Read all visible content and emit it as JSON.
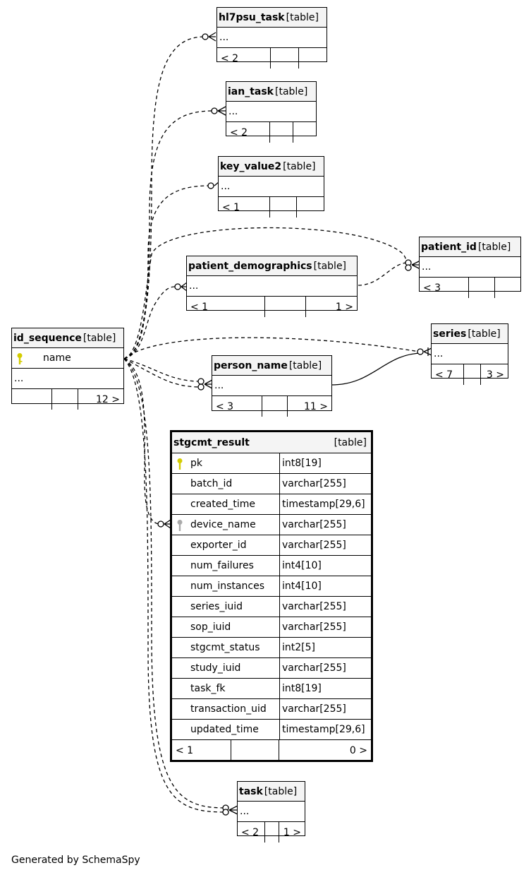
{
  "footer": "Generated by SchemaSpy",
  "table_label": "[table]",
  "ellipsis": "...",
  "tables": {
    "hl7psu_task": {
      "name": "hl7psu_task",
      "footer": [
        "< 2",
        "",
        ""
      ]
    },
    "ian_task": {
      "name": "ian_task",
      "footer": [
        "< 2",
        "",
        ""
      ]
    },
    "key_value2": {
      "name": "key_value2",
      "footer": [
        "< 1",
        "",
        ""
      ]
    },
    "patient_id": {
      "name": "patient_id",
      "footer": [
        "< 3",
        "",
        ""
      ]
    },
    "patient_demographics": {
      "name": "patient_demographics",
      "footer": [
        "< 1",
        "",
        "1 >"
      ]
    },
    "id_sequence": {
      "name": "id_sequence",
      "column": "name",
      "footer": [
        "",
        "",
        "12 >"
      ]
    },
    "series": {
      "name": "series",
      "footer": [
        "< 7",
        "",
        "3 >"
      ]
    },
    "person_name": {
      "name": "person_name",
      "footer": [
        "< 3",
        "",
        "11 >"
      ]
    },
    "task": {
      "name": "task",
      "footer": [
        "< 2",
        "",
        "1 >"
      ]
    },
    "stgcmt_result": {
      "name": "stgcmt_result",
      "columns": [
        {
          "name": "pk",
          "type": "int8[19]",
          "key": "primary"
        },
        {
          "name": "batch_id",
          "type": "varchar[255]"
        },
        {
          "name": "created_time",
          "type": "timestamp[29,6]"
        },
        {
          "name": "device_name",
          "type": "varchar[255]",
          "key": "foreign"
        },
        {
          "name": "exporter_id",
          "type": "varchar[255]"
        },
        {
          "name": "num_failures",
          "type": "int4[10]"
        },
        {
          "name": "num_instances",
          "type": "int4[10]"
        },
        {
          "name": "series_iuid",
          "type": "varchar[255]"
        },
        {
          "name": "sop_iuid",
          "type": "varchar[255]"
        },
        {
          "name": "stgcmt_status",
          "type": "int2[5]"
        },
        {
          "name": "study_iuid",
          "type": "varchar[255]"
        },
        {
          "name": "task_fk",
          "type": "int8[19]"
        },
        {
          "name": "transaction_uid",
          "type": "varchar[255]"
        },
        {
          "name": "updated_time",
          "type": "timestamp[29,6]"
        }
      ],
      "footer": [
        "< 1",
        "",
        "0 >"
      ]
    }
  },
  "colors": {
    "primary_key": "#d4cc00",
    "foreign_key": "#aaaaaa",
    "header_bg": "#f4f4f4"
  }
}
